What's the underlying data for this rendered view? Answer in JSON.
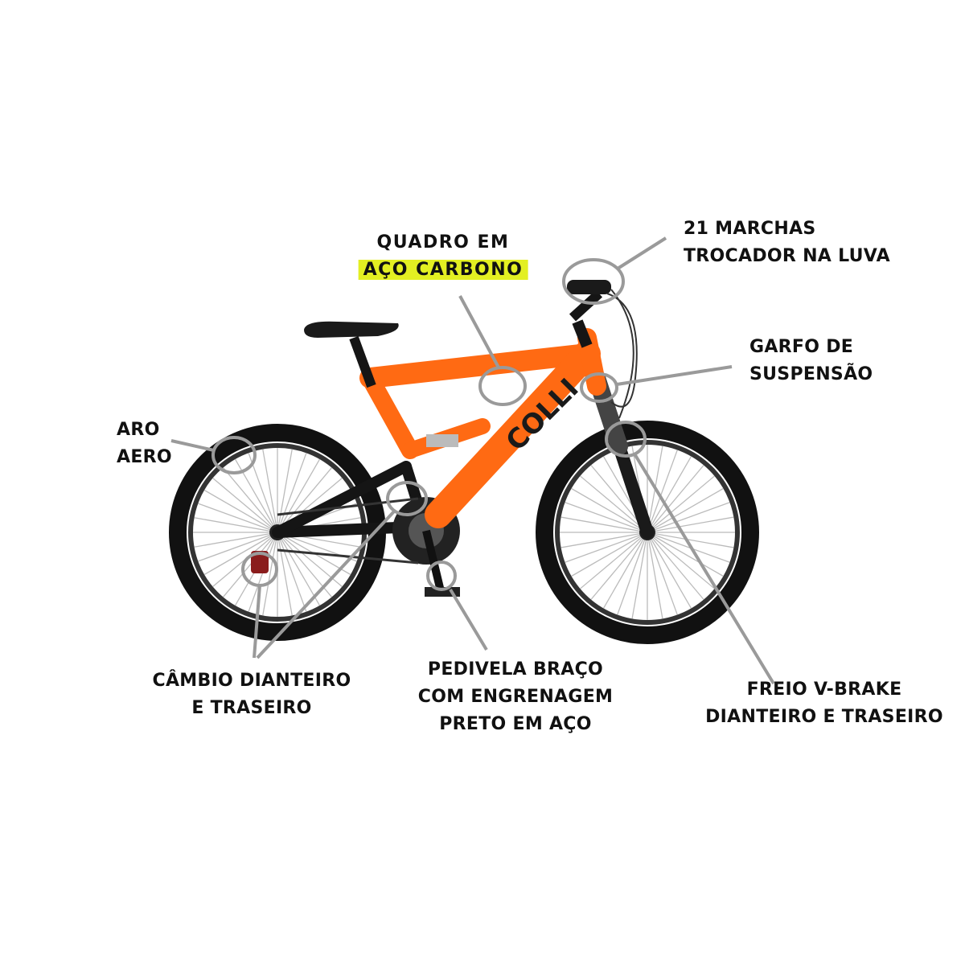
{
  "brand_logo": "COLLI",
  "frame_colors": {
    "frame": "#ff6a13",
    "accent": "#c6e03a",
    "callout": "#9a9a9a",
    "highlight": "#e3ef22"
  },
  "callouts": {
    "shifters": {
      "line1": "21 MARCHAS",
      "line2": "TROCADOR NA LUVA"
    },
    "frame": {
      "line1": "QUADRO EM",
      "line2": "AÇO CARBONO"
    },
    "fork": {
      "line1": "GARFO DE",
      "line2": "SUSPENSÃO"
    },
    "rim": {
      "line1": "ARO",
      "line2": "AERO"
    },
    "derailleurs": {
      "line1": "CÂMBIO DIANTEIRO",
      "line2": "E TRASEIRO"
    },
    "crankset": {
      "line1": "PEDIVELA BRAÇO",
      "line2": "COM ENGRENAGEM",
      "line3": "PRETO EM AÇO"
    },
    "brakes": {
      "line1": "FREIO V-BRAKE",
      "line2": "DIANTEIRO E TRASEIRO"
    }
  }
}
